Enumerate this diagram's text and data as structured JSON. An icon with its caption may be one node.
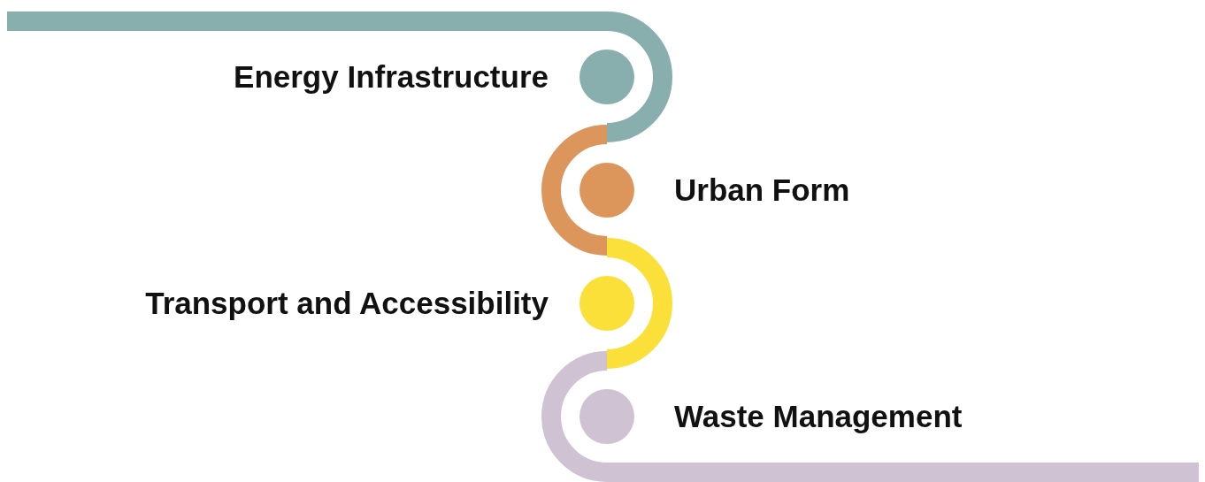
{
  "diagram": {
    "nodes": [
      {
        "text": [],
        "shape": "circle",
        "beside": [
          "Energy Infrastructure"
        ]
      },
      {
        "text": [],
        "shape": "circle",
        "beside": [
          "Urban Form"
        ]
      },
      {
        "text": [],
        "shape": "circle",
        "beside": [
          "Transport and Accessibility"
        ]
      },
      {
        "text": [],
        "shape": "circle",
        "beside": [
          "Waste Management"
        ]
      }
    ]
  }
}
